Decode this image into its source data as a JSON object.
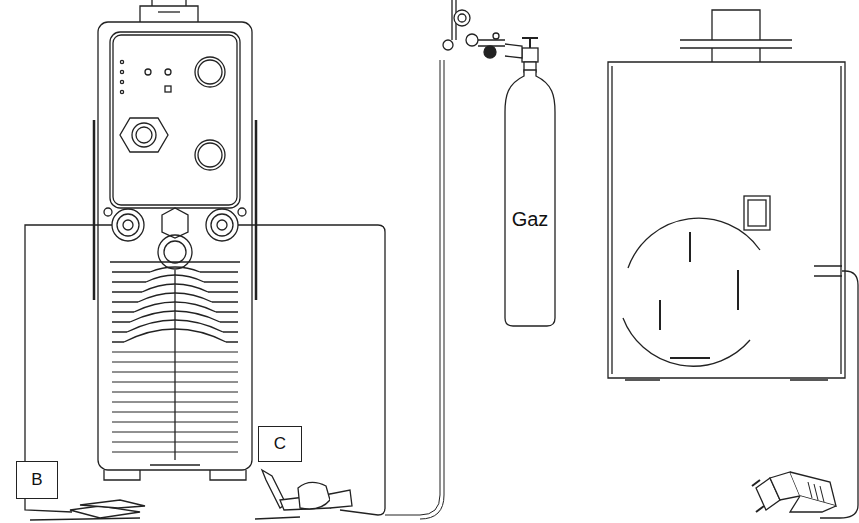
{
  "diagram": {
    "nodes": [
      {
        "text": [
          "Gaz"
        ]
      },
      {
        "text": [
          "C"
        ]
      },
      {
        "text": [
          "B"
        ]
      }
    ]
  }
}
